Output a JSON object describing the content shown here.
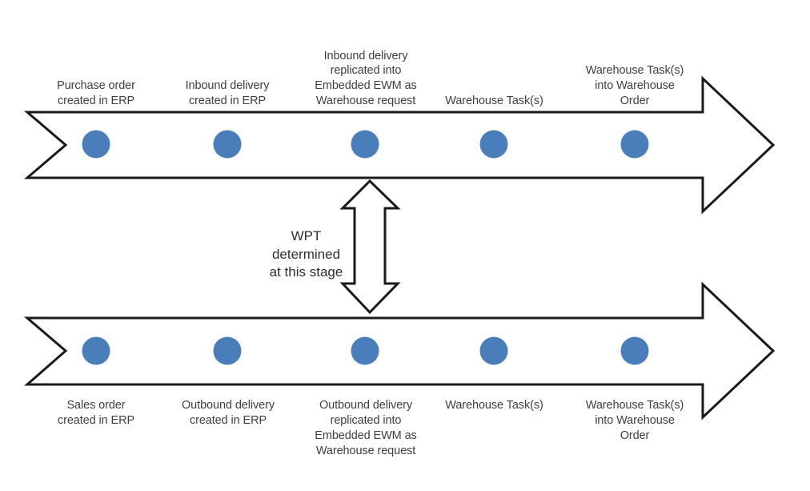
{
  "diagram": {
    "title": "Embedded EWM inbound and outbound process flow",
    "colors": {
      "node_fill": "#4a7ebb",
      "outline": "#1a1a1a",
      "background": "#ffffff",
      "text": "#404040"
    },
    "flows": [
      {
        "id": "inbound",
        "direction": "left-to-right",
        "steps": [
          {
            "index": 1,
            "label": "Purchase order\ncreated in ERP"
          },
          {
            "index": 2,
            "label": "Inbound delivery\ncreated in ERP"
          },
          {
            "index": 3,
            "label": "Inbound delivery\nreplicated into\nEmbedded EWM as\nWarehouse request"
          },
          {
            "index": 4,
            "label": "Warehouse Task(s)"
          },
          {
            "index": 5,
            "label": "Warehouse Task(s)\ninto Warehouse\nOrder"
          }
        ]
      },
      {
        "id": "outbound",
        "direction": "left-to-right",
        "steps": [
          {
            "index": 1,
            "label": "Sales order\ncreated in ERP"
          },
          {
            "index": 2,
            "label": "Outbound delivery\ncreated in ERP"
          },
          {
            "index": 3,
            "label": "Outbound delivery\nreplicated into\nEmbedded EWM as\nWarehouse request"
          },
          {
            "index": 4,
            "label": "Warehouse Task(s)"
          },
          {
            "index": 5,
            "label": "Warehouse Task(s)\ninto Warehouse\nOrder"
          }
        ]
      }
    ],
    "annotation": {
      "id": "wpt-annotation",
      "label": "WPT\ndetermined\nat this stage",
      "connector": "double-headed-vertical-arrow"
    }
  }
}
